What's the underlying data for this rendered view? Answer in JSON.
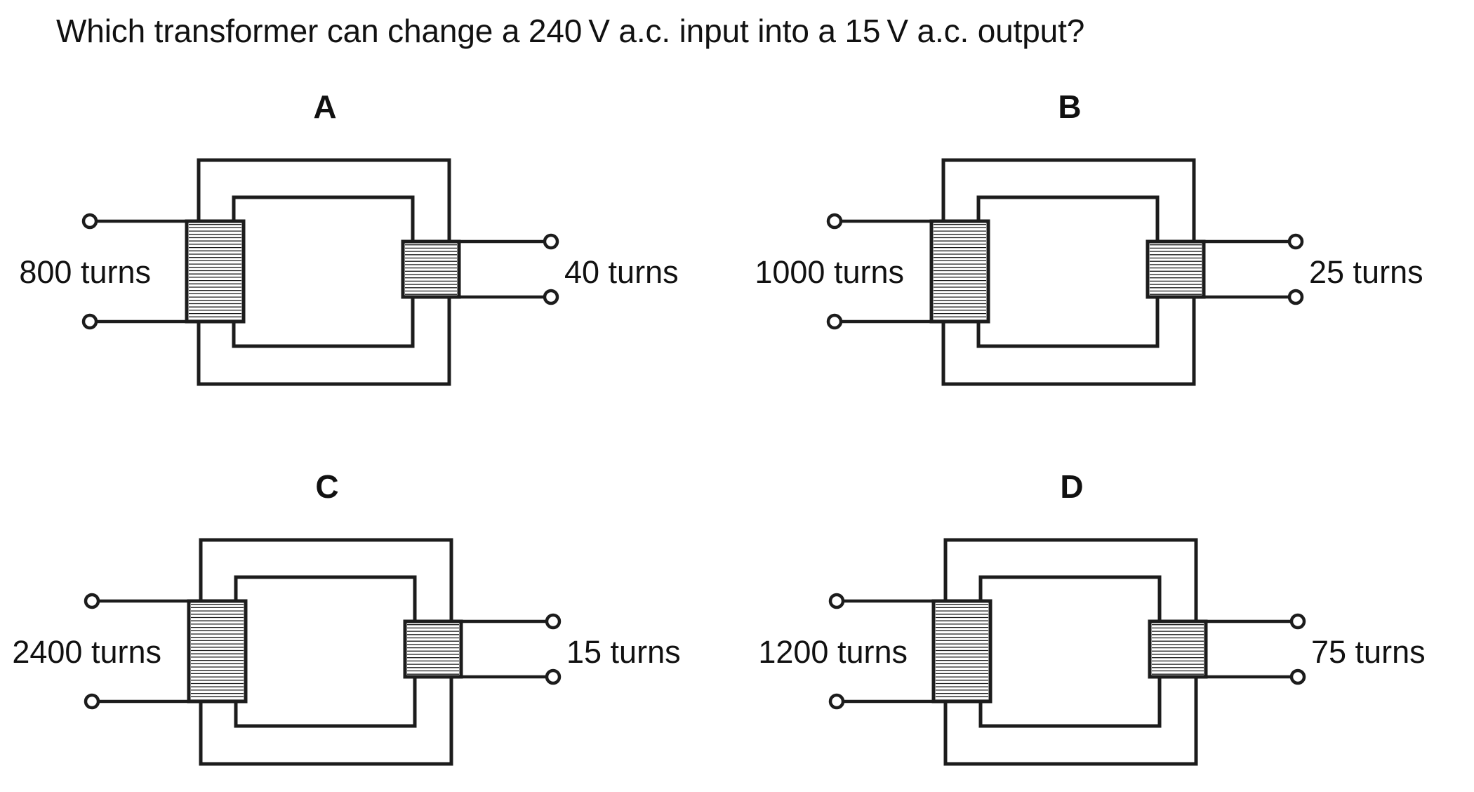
{
  "question": "Which transformer can change a 240 V a.c. input into a 15 V a.c. output?",
  "options": [
    {
      "letter": "A",
      "primary_turns_label": "800 turns",
      "secondary_turns_label": "40 turns",
      "primary_turns": 800,
      "secondary_turns": 40
    },
    {
      "letter": "B",
      "primary_turns_label": "1000 turns",
      "secondary_turns_label": "25 turns",
      "primary_turns": 1000,
      "secondary_turns": 25
    },
    {
      "letter": "C",
      "primary_turns_label": "2400 turns",
      "secondary_turns_label": "15 turns",
      "primary_turns": 2400,
      "secondary_turns": 15
    },
    {
      "letter": "D",
      "primary_turns_label": "1200 turns",
      "secondary_turns_label": "75 turns",
      "primary_turns": 1200,
      "secondary_turns": 75
    }
  ],
  "colors": {
    "ink": "#1c1c1c",
    "background": "#ffffff"
  }
}
